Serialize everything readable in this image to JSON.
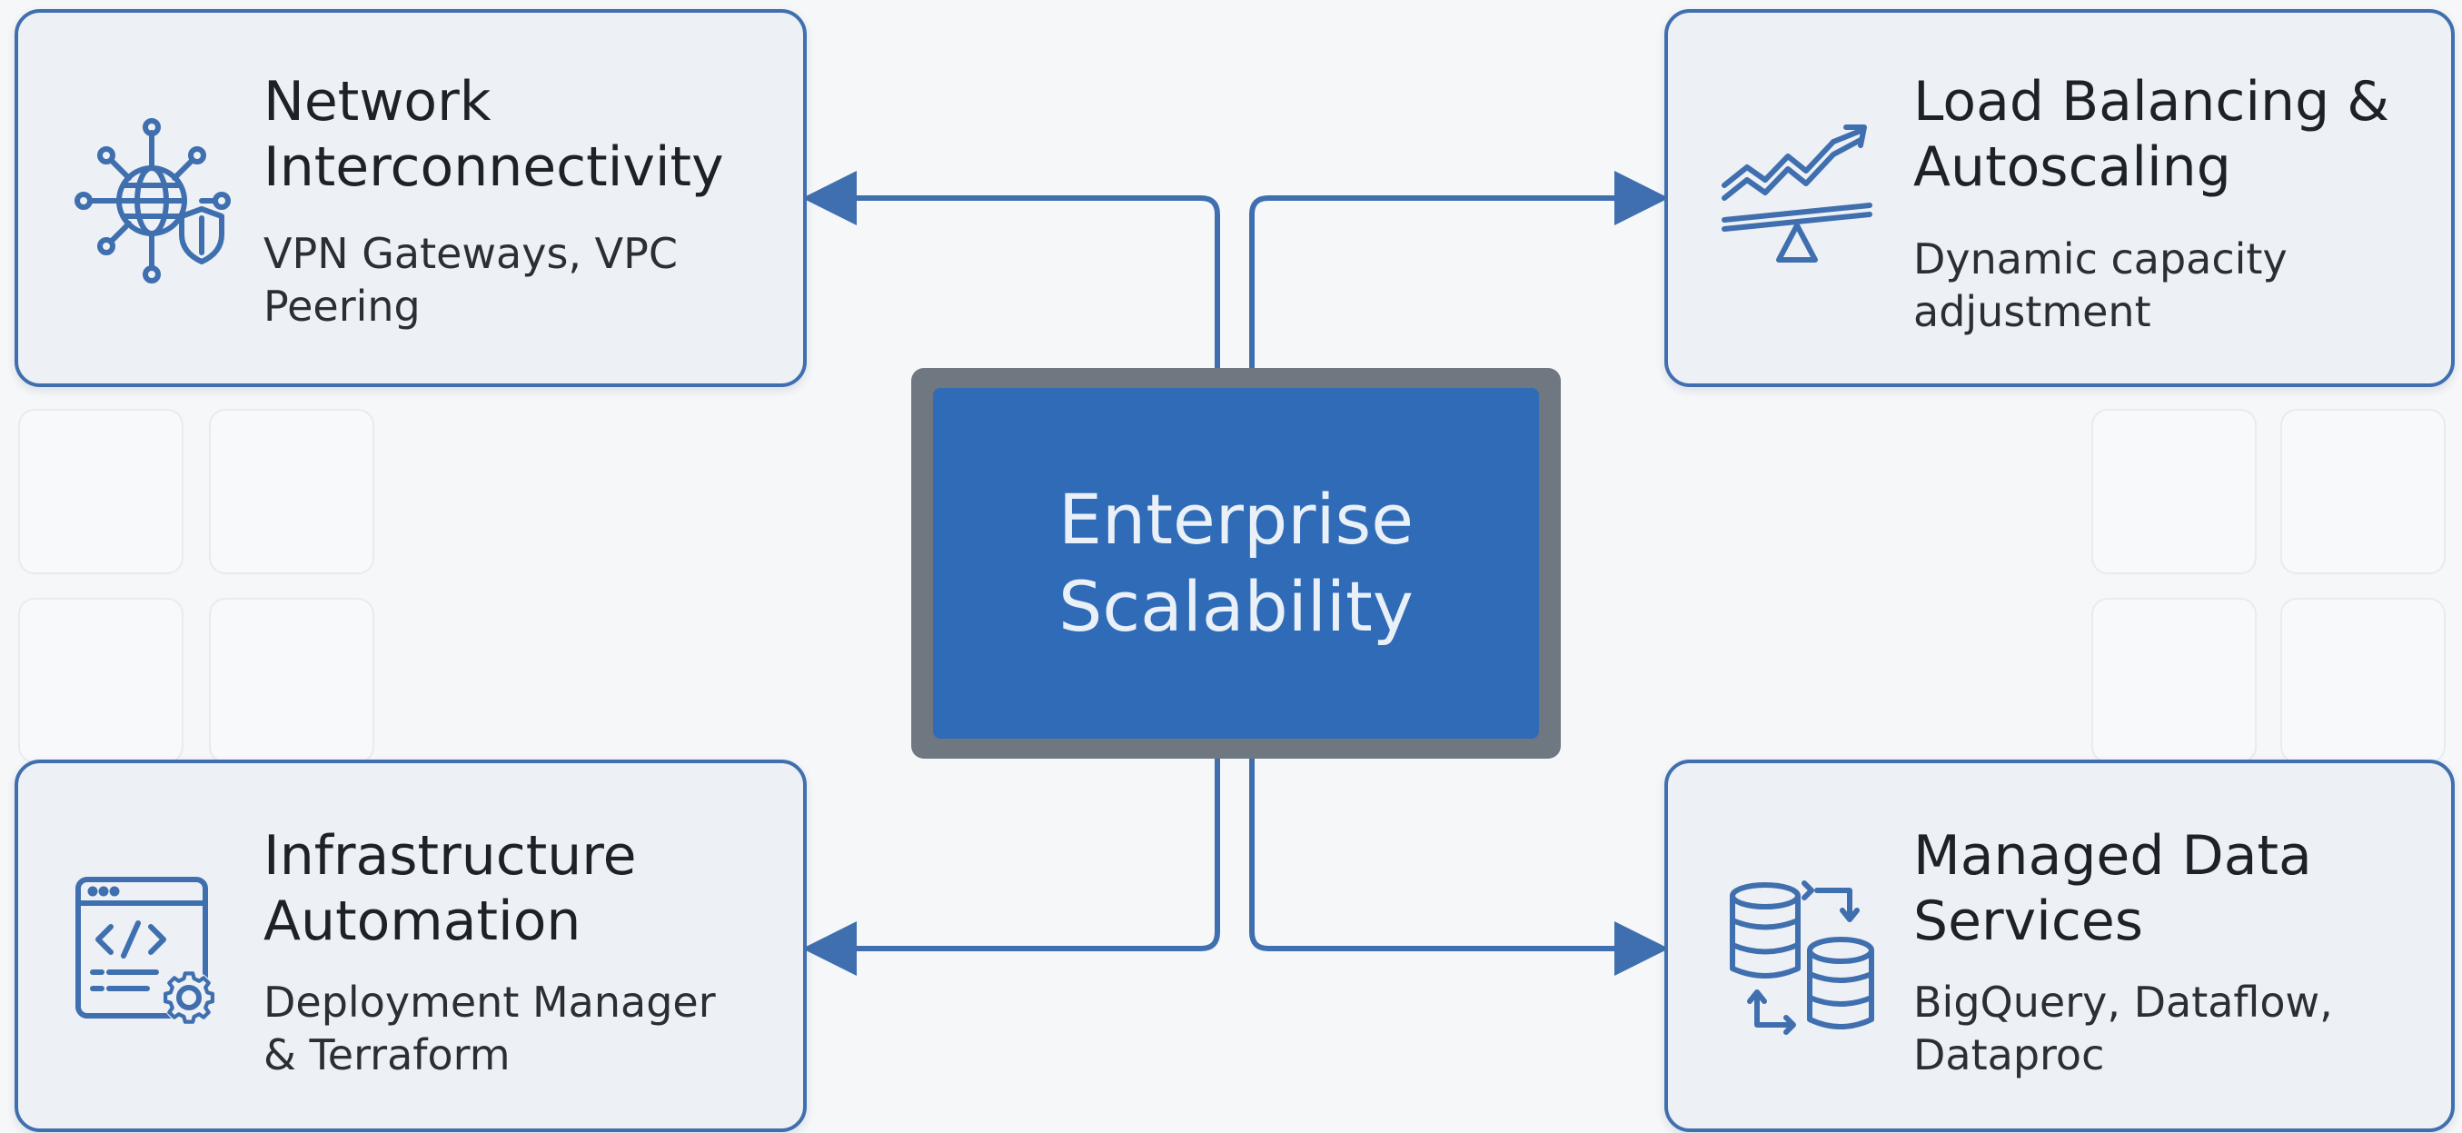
{
  "center": {
    "line1": "Enterprise",
    "line2": "Scalability"
  },
  "cards": {
    "network": {
      "title_line1": "Network",
      "title_line2": "Interconnectivity",
      "sub_line1": "VPN Gateways, VPC",
      "sub_line2": "Peering",
      "icon": "globe-network-shield-icon"
    },
    "load": {
      "title_line1": "Load Balancing &",
      "title_line2": "Autoscaling",
      "sub_line1": "Dynamic capacity",
      "sub_line2": "adjustment",
      "icon": "trend-balance-icon"
    },
    "infra": {
      "title_line1": "Infrastructure",
      "title_line2": "Automation",
      "sub_line1": "Deployment Manager",
      "sub_line2": "& Terraform",
      "icon": "code-window-gear-icon"
    },
    "data": {
      "title_line1": "Managed Data",
      "title_line2": "Services",
      "sub_line1": "BigQuery, Dataflow,",
      "sub_line2": "Dataproc",
      "icon": "database-sync-icon"
    }
  },
  "colors": {
    "accent": "#3f6faf",
    "center_fill": "#2f6bb7",
    "center_frame": "#6f7780",
    "card_fill": "#edf0f4",
    "background": "#f5f7f9"
  }
}
